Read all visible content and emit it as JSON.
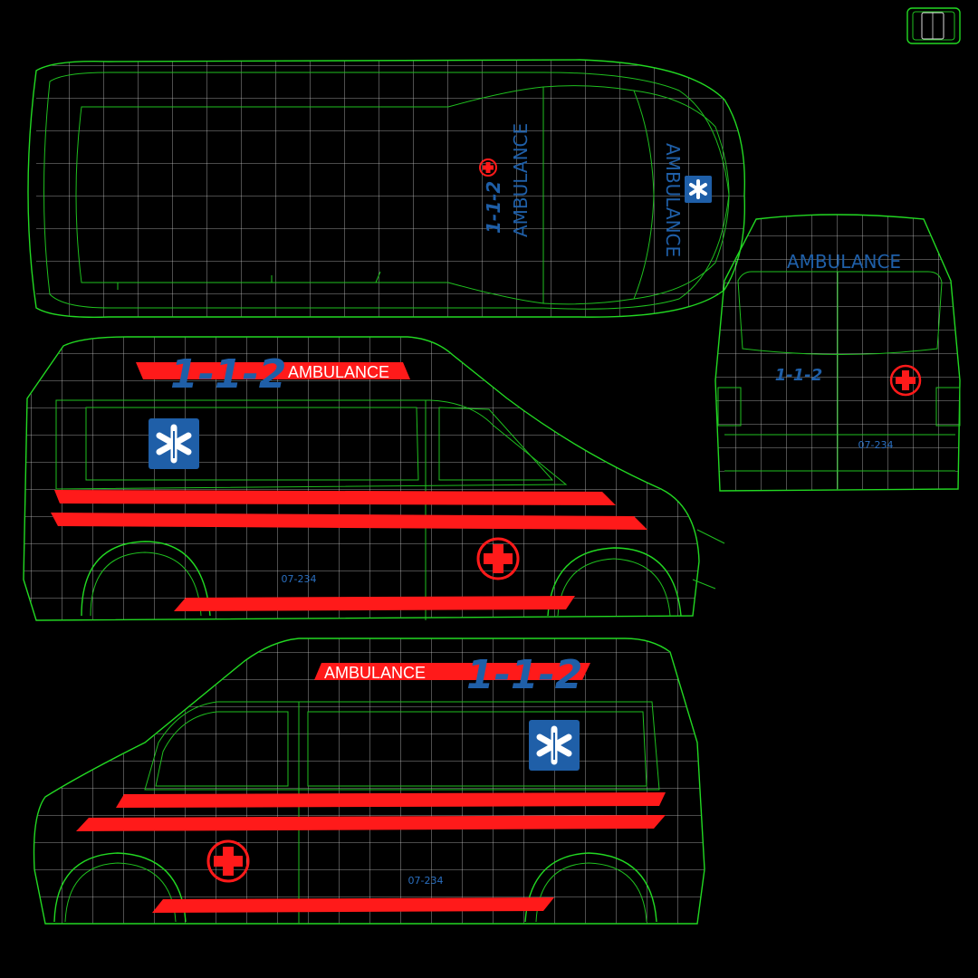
{
  "texture": {
    "ambulance_label": "AMBULANCE",
    "number_label": "1-1-2",
    "plate_number": "07-234"
  },
  "colors": {
    "background": "#000000",
    "wire_green": "#22d822",
    "wire_white": "#e6e6e6",
    "stripe_red": "#ff1a1a",
    "logo_blue": "#1f5fa8"
  },
  "icons": [
    "star-of-life-icon",
    "red-cross-icon"
  ]
}
